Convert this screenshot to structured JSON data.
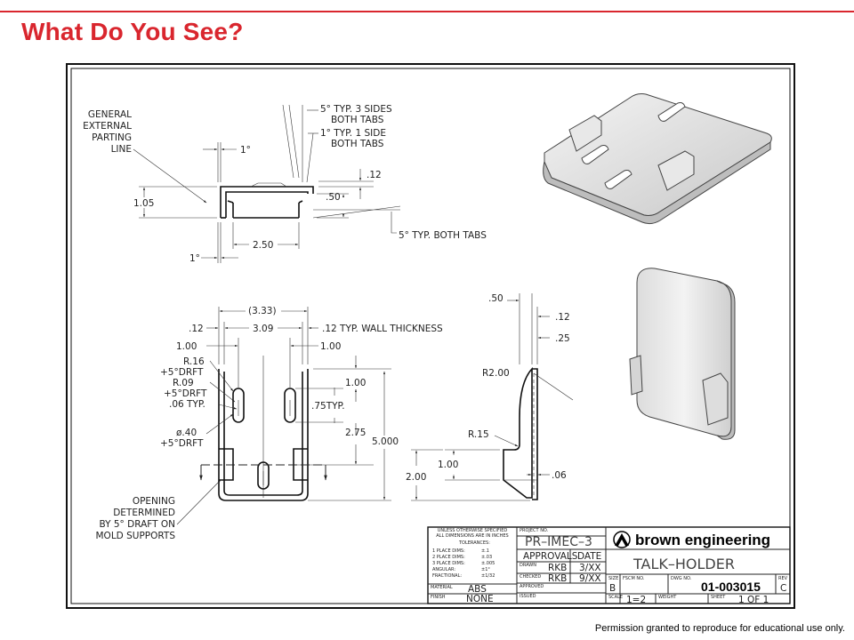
{
  "slide": {
    "title": "What Do You See?",
    "footer": "Permission granted to reproduce for educational use only."
  },
  "colors": {
    "accent": "#d9262e",
    "line": "#222222",
    "part_fill": "#e4e4e4"
  },
  "side_view": {
    "parting_note": [
      "GENERAL",
      "EXTERNAL",
      "PARTING",
      "LINE"
    ],
    "draft_3_sides": [
      "5° TYP. 3 SIDES",
      "BOTH TABS"
    ],
    "draft_1_side": [
      "1° TYP. 1 SIDE",
      "BOTH TABS"
    ],
    "dim_1deg_top": "1°",
    "dim_1deg_bottom": "1°",
    "dim_012": ".12",
    "dim_050": ".50",
    "dim_105": "1.05",
    "dim_250": "2.50",
    "draft_both_tabs": "5° TYP. BOTH TABS"
  },
  "front_view": {
    "dim_333": "(3.33)",
    "dim_309": "3.09",
    "dim_012_left": ".12",
    "dim_012_right": ".12 TYP. WALL THICKNESS",
    "dim_100_left": "1.00",
    "dim_100_right": "1.00",
    "note_r16": [
      "R.16",
      "+5°DRFT"
    ],
    "note_r09": [
      "R.09",
      "+5°DRFT"
    ],
    "note_06": ".06 TYP.",
    "note_dia40": [
      "ø.40",
      "+5°DRFT"
    ],
    "dim_100_v": "1.00",
    "dim_075": ".75TYP.",
    "dim_275": "2.75",
    "dim_5000": "5.000",
    "opening_note": [
      "OPENING",
      "DETERMINED",
      "BY 5° DRAFT ON",
      "MOLD SUPPORTS"
    ]
  },
  "section_view": {
    "dim_050": ".50",
    "dim_012": ".12",
    "dim_025": ".25",
    "dim_r200": "R2.00",
    "dim_r15": "R.15",
    "dim_100": "1.00",
    "dim_200": "2.00",
    "dim_006": ".06"
  },
  "title_block": {
    "tolerance_header": [
      "UNLESS OTHERWISE SPECIFIED",
      "ALL DIMENSIONS ARE IN INCHES"
    ],
    "tolerances_label": "TOLERANCES:",
    "tolerances": [
      {
        "label": "1 PLACE DIMS:",
        "value": "±.1"
      },
      {
        "label": "2 PLACE DIMS:",
        "value": "±.03"
      },
      {
        "label": "3 PLACE DIMS:",
        "value": "±.005"
      },
      {
        "label": "ANGULAR:",
        "value": "±1°"
      },
      {
        "label": "FRACTIONAL:",
        "value": "±1/32"
      }
    ],
    "material_label": "MATERIAL",
    "material": "ABS",
    "finish_label": "FINISH",
    "finish": "NONE",
    "project_label": "PROJECT NO.",
    "project": "PR–IMEC–3",
    "approvals": "APPROVALS",
    "date": "DATE",
    "drawn_label": "DRAWN",
    "drawn": "RKB",
    "drawn_date": "3/XX",
    "checked_label": "CHECKED",
    "checked": "RKB",
    "checked_date": "9/XX",
    "approved_label": "APPROVED",
    "issued_label": "ISSUED",
    "company": "brown engineering",
    "part_name": "TALK–HOLDER",
    "size_label": "SIZE",
    "size": "B",
    "fscm_label": "FSCM NO.",
    "dwg_label": "DWG NO.",
    "dwg": "01-003015",
    "rev_label": "REV",
    "rev": "C",
    "scale_label": "SCALE",
    "scale": "1=2",
    "weight_label": "WEIGHT",
    "sheet_label": "SHEET",
    "sheet": "1 OF 1"
  }
}
